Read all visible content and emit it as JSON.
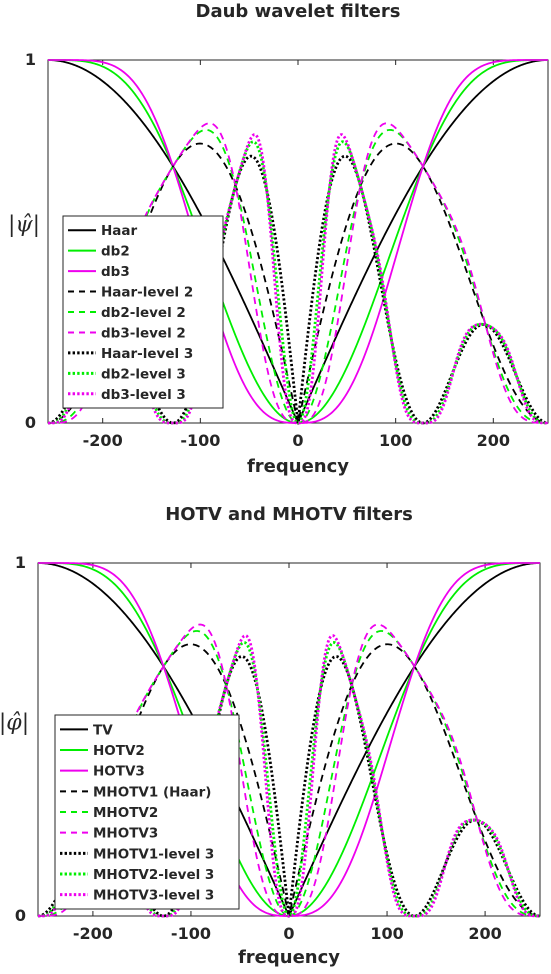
{
  "chart_data": [
    {
      "type": "line",
      "title": "Daub wavelet filters",
      "xlabel": "frequency",
      "ylabel": "|ψ̂|",
      "xlim": [
        -256,
        256
      ],
      "ylim": [
        0,
        1
      ],
      "xticks": [
        -200,
        -100,
        0,
        100,
        200
      ],
      "yticks": [
        0,
        1
      ],
      "legend_position": "lower-left",
      "series": [
        {
          "name": "Haar",
          "color": "#000000",
          "style": "solid",
          "curve": "haar",
          "level": 1
        },
        {
          "name": "db2",
          "color": "#00ee00",
          "style": "solid",
          "curve": "db2",
          "level": 1
        },
        {
          "name": "db3",
          "color": "#ee00ee",
          "style": "solid",
          "curve": "db3",
          "level": 1
        },
        {
          "name": "Haar-level 2",
          "color": "#000000",
          "style": "dashed",
          "curve": "haar",
          "level": 2
        },
        {
          "name": "db2-level 2",
          "color": "#00ee00",
          "style": "dashed",
          "curve": "db2",
          "level": 2
        },
        {
          "name": "db3-level 2",
          "color": "#ee00ee",
          "style": "dashed",
          "curve": "db3",
          "level": 2
        },
        {
          "name": "Haar-level 3",
          "color": "#000000",
          "style": "dotted",
          "curve": "haar",
          "level": 3
        },
        {
          "name": "db2-level 3",
          "color": "#00ee00",
          "style": "dotted",
          "curve": "db2",
          "level": 3
        },
        {
          "name": "db3-level 3",
          "color": "#ee00ee",
          "style": "dotted",
          "curve": "db3",
          "level": 3
        }
      ]
    },
    {
      "type": "line",
      "title": "HOTV and MHOTV filters",
      "xlabel": "frequency",
      "ylabel": "|φ̂|",
      "xlim": [
        -256,
        256
      ],
      "ylim": [
        0,
        1
      ],
      "xticks": [
        -200,
        -100,
        0,
        100,
        200
      ],
      "yticks": [
        0,
        1
      ],
      "legend_position": "lower-left",
      "series": [
        {
          "name": "TV",
          "color": "#000000",
          "style": "solid",
          "curve": "haar",
          "level": 1
        },
        {
          "name": "HOTV2",
          "color": "#00ee00",
          "style": "solid",
          "curve": "db2",
          "level": 1
        },
        {
          "name": "HOTV3",
          "color": "#ee00ee",
          "style": "solid",
          "curve": "db3",
          "level": 1
        },
        {
          "name": "MHOTV1 (Haar)",
          "color": "#000000",
          "style": "dashed",
          "curve": "haar",
          "level": 2
        },
        {
          "name": "MHOTV2",
          "color": "#00ee00",
          "style": "dashed",
          "curve": "db2",
          "level": 2
        },
        {
          "name": "MHOTV3",
          "color": "#ee00ee",
          "style": "dashed",
          "curve": "db3",
          "level": 2
        },
        {
          "name": "MHOTV1-level 3",
          "color": "#000000",
          "style": "dotted",
          "curve": "haar",
          "level": 3
        },
        {
          "name": "MHOTV2-level 3",
          "color": "#00ee00",
          "style": "dotted",
          "curve": "db2",
          "level": 3
        },
        {
          "name": "MHOTV3-level 3",
          "color": "#ee00ee",
          "style": "dotted",
          "curve": "db3",
          "level": 3
        }
      ]
    }
  ]
}
